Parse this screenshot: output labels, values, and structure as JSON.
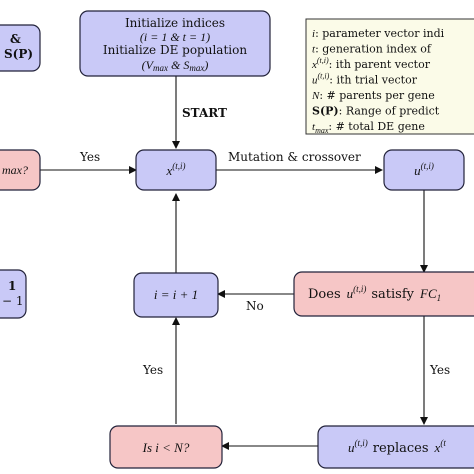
{
  "nodes": {
    "init": {
      "line1": "Initialize indices",
      "line2": "(i = 1 & t = 1)",
      "line3": "Initialize DE population",
      "line4": "(V",
      "line4_sub1": "max",
      "line4_mid": " & S",
      "line4_sub2": "max",
      "line4_end": ")"
    },
    "left_top": {
      "line1": "&",
      "line2": "S(P)"
    },
    "left_mid": {
      "label": "max?"
    },
    "left_bottom": {
      "line1": "1",
      "line2": "− 1"
    },
    "x_node": {
      "label": "x",
      "sup": "(t,i)"
    },
    "u_node": {
      "label": "u",
      "sup": "(t,i)"
    },
    "increment": {
      "label": "i = i + 1"
    },
    "does": {
      "pre": "Does",
      "var": "u",
      "sup": "(t,i)",
      "mid": "satisfy",
      "fc": "FC",
      "fc_sub": "1"
    },
    "is_i": {
      "label": "Is i < N?"
    },
    "replaces": {
      "var": "u",
      "sup": "(t,i)",
      "mid": "replaces",
      "var2": "x",
      "sup2": "(t"
    }
  },
  "edges": {
    "start": "START",
    "mutation": "Mutation & crossover",
    "yes_left": "Yes",
    "no": "No",
    "yes_right": "Yes",
    "yes_bottom": "Yes"
  },
  "legend": {
    "items": [
      {
        "sym": "i",
        "text": ": parameter vector indi"
      },
      {
        "sym": "t",
        "text": ": generation index of"
      },
      {
        "sym": "x",
        "sup": "(t,i)",
        "text": ": ith parent vector"
      },
      {
        "sym": "u",
        "sup": "(t,i)",
        "text": ": ith trial vector"
      },
      {
        "sym": "N",
        "text": ": # parents per gene"
      },
      {
        "sym": "S(P)",
        "text": ": Range of predict"
      },
      {
        "sym": "t",
        "sub": "max",
        "text": ": # total DE gene"
      }
    ]
  }
}
